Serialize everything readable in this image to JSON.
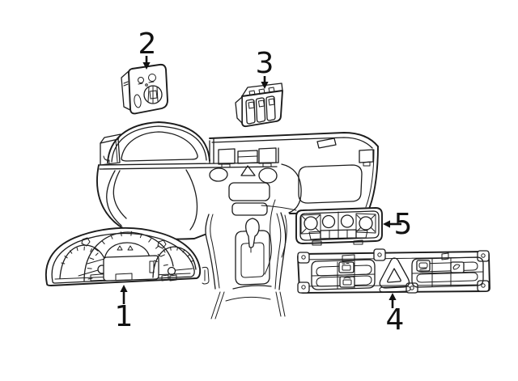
{
  "page": {
    "background": "#ffffff",
    "line_color": "#1c1c1c",
    "label_color": "#111111"
  },
  "callouts": {
    "c1": {
      "label": "1",
      "arrow_dir": "up"
    },
    "c2": {
      "label": "2",
      "arrow_dir": "down"
    },
    "c3": {
      "label": "3",
      "arrow_dir": "down"
    },
    "c4": {
      "label": "4",
      "arrow_dir": "up"
    },
    "c5": {
      "label": "5",
      "arrow_dir": "left"
    }
  }
}
